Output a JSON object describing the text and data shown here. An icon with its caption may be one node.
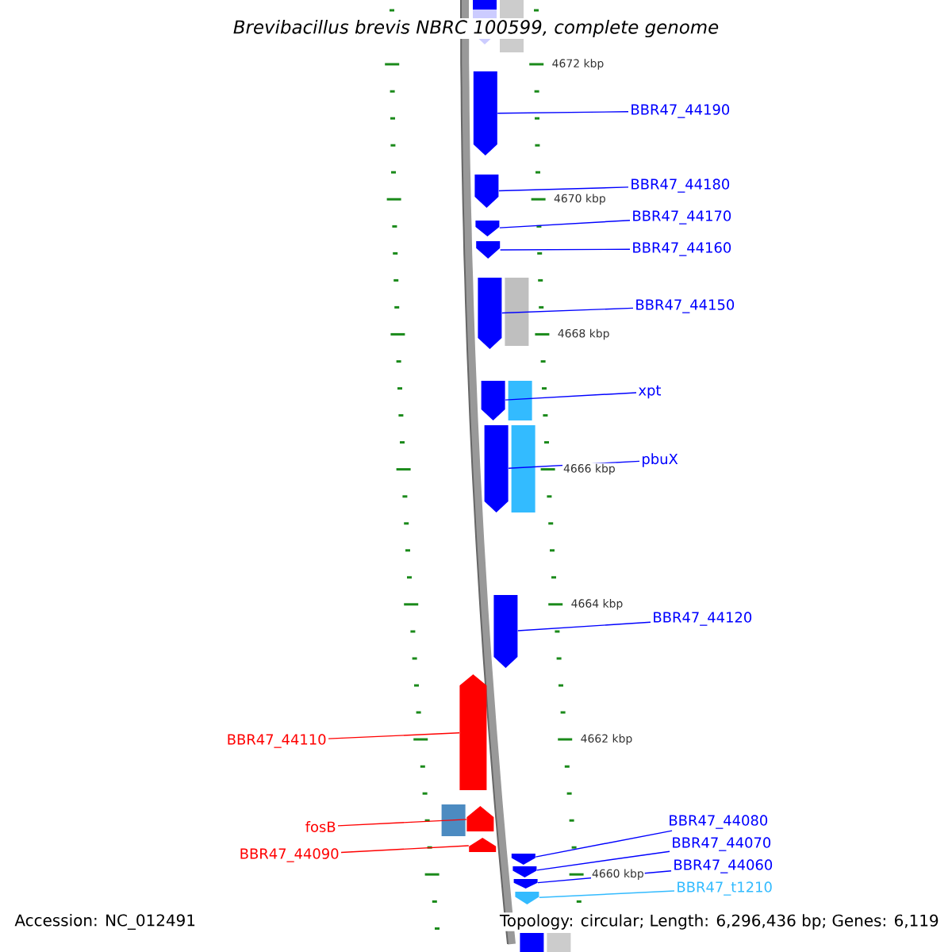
{
  "diagram": {
    "title": "Brevibacillus brevis NBRC 100599, complete genome",
    "nodes": [
      {
        "text": [
          "BBR47_44190"
        ]
      },
      {
        "text": [],
        "shape": "arrow"
      },
      {
        "text": [
          "BBR47_44180"
        ]
      },
      {
        "text": [],
        "shape": "arrow"
      },
      {
        "text": [
          "BBR47_44170"
        ]
      },
      {
        "text": [],
        "shape": "arrow"
      },
      {
        "text": [
          "BBR47_44160"
        ]
      },
      {
        "text": [],
        "shape": "arrow"
      },
      {
        "text": [
          "BBR47_44150"
        ]
      },
      {
        "text": [],
        "shape": "arrow"
      },
      {
        "text": [
          "xpt"
        ]
      },
      {
        "text": [],
        "shape": "arrow"
      },
      {
        "text": [
          "pbuX"
        ]
      },
      {
        "text": [],
        "shape": "arrow"
      },
      {
        "text": [
          "BBR47_44120"
        ]
      },
      {
        "text": [],
        "shape": "arrow"
      },
      {
        "text": [
          "BBR47_44110"
        ]
      },
      {
        "text": [],
        "shape": "arrow"
      },
      {
        "text": [
          "fosB"
        ]
      },
      {
        "text": [],
        "shape": "arrow"
      },
      {
        "text": [
          "BBR47_44090"
        ]
      },
      {
        "text": [],
        "shape": "arrow"
      },
      {
        "text": [
          "BBR47_44080"
        ]
      },
      {
        "text": [],
        "shape": "arrow"
      },
      {
        "text": [
          "BBR47_44070"
        ]
      },
      {
        "text": [],
        "shape": "arrow"
      },
      {
        "text": [
          "BBR47_44060"
        ]
      },
      {
        "text": [],
        "shape": "arrow"
      },
      {
        "text": [
          "BBR47_t1210"
        ]
      },
      {
        "text": [],
        "shape": "arrow"
      }
    ],
    "edges": [
      {
        "from": 0,
        "to": 1,
        "arrow": "none"
      },
      {
        "from": 2,
        "to": 3,
        "arrow": "none"
      },
      {
        "from": 4,
        "to": 5,
        "arrow": "none"
      },
      {
        "from": 6,
        "to": 7,
        "arrow": "none"
      },
      {
        "from": 8,
        "to": 9,
        "arrow": "none"
      },
      {
        "from": 10,
        "to": 11,
        "arrow": "none"
      },
      {
        "from": 12,
        "to": 13,
        "arrow": "none"
      },
      {
        "from": 14,
        "to": 15,
        "arrow": "none"
      },
      {
        "from": 16,
        "to": 17,
        "arrow": "none",
        "color": "#ff0000"
      },
      {
        "from": 18,
        "to": 19,
        "arrow": "none",
        "color": "#ff0000"
      },
      {
        "from": 20,
        "to": 21,
        "arrow": "none",
        "color": "#ff0000"
      },
      {
        "from": 22,
        "to": 23,
        "arrow": "none"
      },
      {
        "from": 24,
        "to": 25,
        "arrow": "none"
      },
      {
        "from": 26,
        "to": 27,
        "arrow": "none"
      },
      {
        "from": 28,
        "to": 29,
        "arrow": "none",
        "color": "#33bbff"
      }
    ],
    "labels": [
      "4672 kbp",
      "4670 kbp",
      "4668 kbp",
      "4666 kbp",
      "4664 kbp",
      "4662 kbp",
      "4660 kbp",
      "Accession: NC_012491",
      "Topology: circular; Length: 6,296,436 bp; Genes: 6,119"
    ]
  }
}
